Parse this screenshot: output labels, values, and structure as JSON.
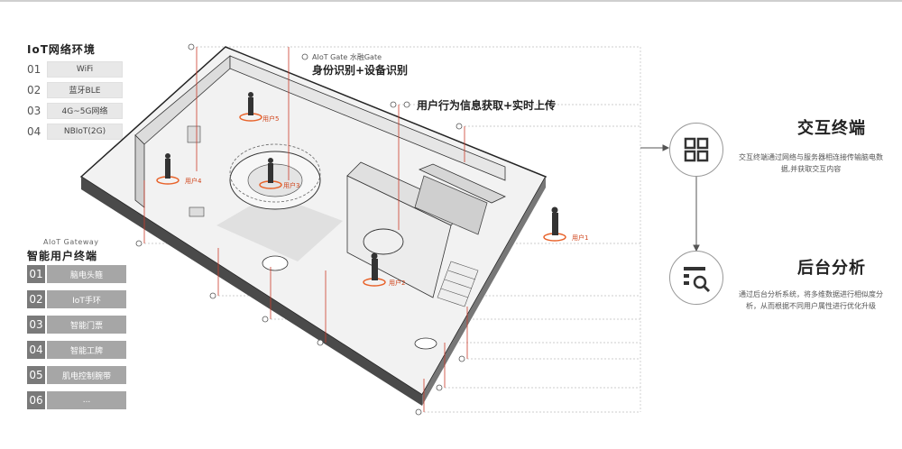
{
  "iot": {
    "title": "IoT网络环境",
    "items": [
      {
        "num": "01",
        "label": "WiFi"
      },
      {
        "num": "02",
        "label": "蓝牙BLE"
      },
      {
        "num": "03",
        "label": "4G~5G网络"
      },
      {
        "num": "04",
        "label": "NBIoT(2G)"
      }
    ]
  },
  "gateway": {
    "subtitle": "AIoT Gateway",
    "title": "智能用户终端",
    "items": [
      {
        "num": "01",
        "label": "脑电头箍"
      },
      {
        "num": "02",
        "label": "IoT手环"
      },
      {
        "num": "03",
        "label": "智能门票"
      },
      {
        "num": "04",
        "label": "智能工牌"
      },
      {
        "num": "05",
        "label": "肌电控制腕带"
      },
      {
        "num": "06",
        "label": "..."
      }
    ]
  },
  "diagram": {
    "gate_label": "AIoT Gate 水融Gate",
    "identity_label": "身份识别+设备识别",
    "behavior_label": "用户行为信息获取+实时上传",
    "users": [
      "用户1",
      "用户2",
      "用户3",
      "用户4",
      "用户5"
    ]
  },
  "right": {
    "interaction_title": "交互终端",
    "interaction_desc_1": "交互终端通过网络与服务器相连接传输脑电数",
    "interaction_desc_2": "据,并获取交互内容",
    "analysis_title": "后台分析",
    "analysis_desc_1": "通过后台分析系统，将多维数据进行相似度分",
    "analysis_desc_2": "析，从而根据不同用户属性进行优化升级"
  },
  "colors": {
    "accent": "#e8632b",
    "line": "#cc3b2a",
    "grey_box": "#a6a6a6"
  }
}
